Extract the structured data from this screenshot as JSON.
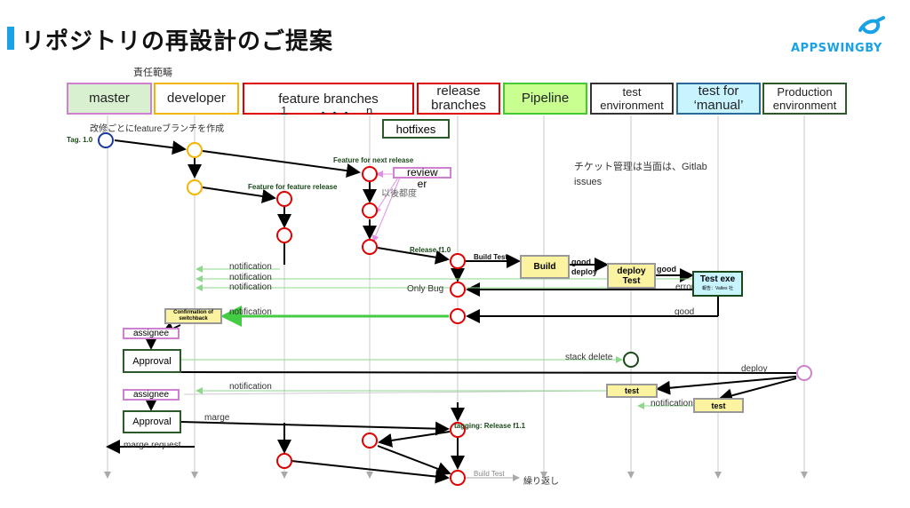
{
  "title": "リポジトリの再設計のご提案",
  "logo": {
    "brand": "APPSWINGBY"
  },
  "scope_label": "責任範疇",
  "lanes": [
    {
      "label": "master"
    },
    {
      "label": "developer"
    },
    {
      "label": "feature branches"
    },
    {
      "label": "release branches"
    },
    {
      "label": "Pipeline"
    },
    {
      "label": "test environment"
    },
    {
      "label": "test for ‘manual’"
    },
    {
      "label": "Production environment"
    }
  ],
  "feature_range": {
    "first": "1",
    "dots": "・・・",
    "last": "n"
  },
  "hotfixes": "hotfixes",
  "reviewer": "review er",
  "ticket_note": "チケット管理は当面は、Gitlab issues",
  "labels": {
    "create_feature": "改修ごとにfeatureブランチを作成",
    "tag": "Tag. 1.0",
    "feature_next": "Feature for next release",
    "feature_feature": "Feature for feature release",
    "after_each": "以後都度",
    "release": "Release f1.0",
    "build_test": "Build Test",
    "good": "good",
    "deploy": "deploy",
    "good2": "good",
    "error": "error",
    "only_bug": "Only Bug",
    "notif1": "notification",
    "notif2": "notification",
    "notif3": "notification",
    "notif4": "notification",
    "good3": "good",
    "stack_delete": "stack delete",
    "deploy2": "deploy",
    "notif5": "notification",
    "notif6": "notification",
    "marge": "marge",
    "tagging": "tagging: Release f1.1",
    "marge_request": "marge request",
    "build_test2": "Build Test",
    "repeat": "繰り返し"
  },
  "boxes": {
    "build": "Build",
    "deploy_test": "deploy Test",
    "test_exe": "Test exe",
    "test_exe_sub": "報告：Valtes 社",
    "confirm": "Confirmation of switchback",
    "assignee1": "assignee",
    "approval1": "Approval",
    "assignee2": "assignee",
    "approval2": "Approval",
    "test1": "test",
    "test2": "test"
  },
  "colors": {
    "accent": "#1aa1e6",
    "master": "#d9a0d9",
    "developer": "#f5b400",
    "red": "#e00000",
    "green_fill": "#c8ff90",
    "yellow_fill": "#fbf3a0",
    "cyan_fill": "#c8f4ff"
  }
}
